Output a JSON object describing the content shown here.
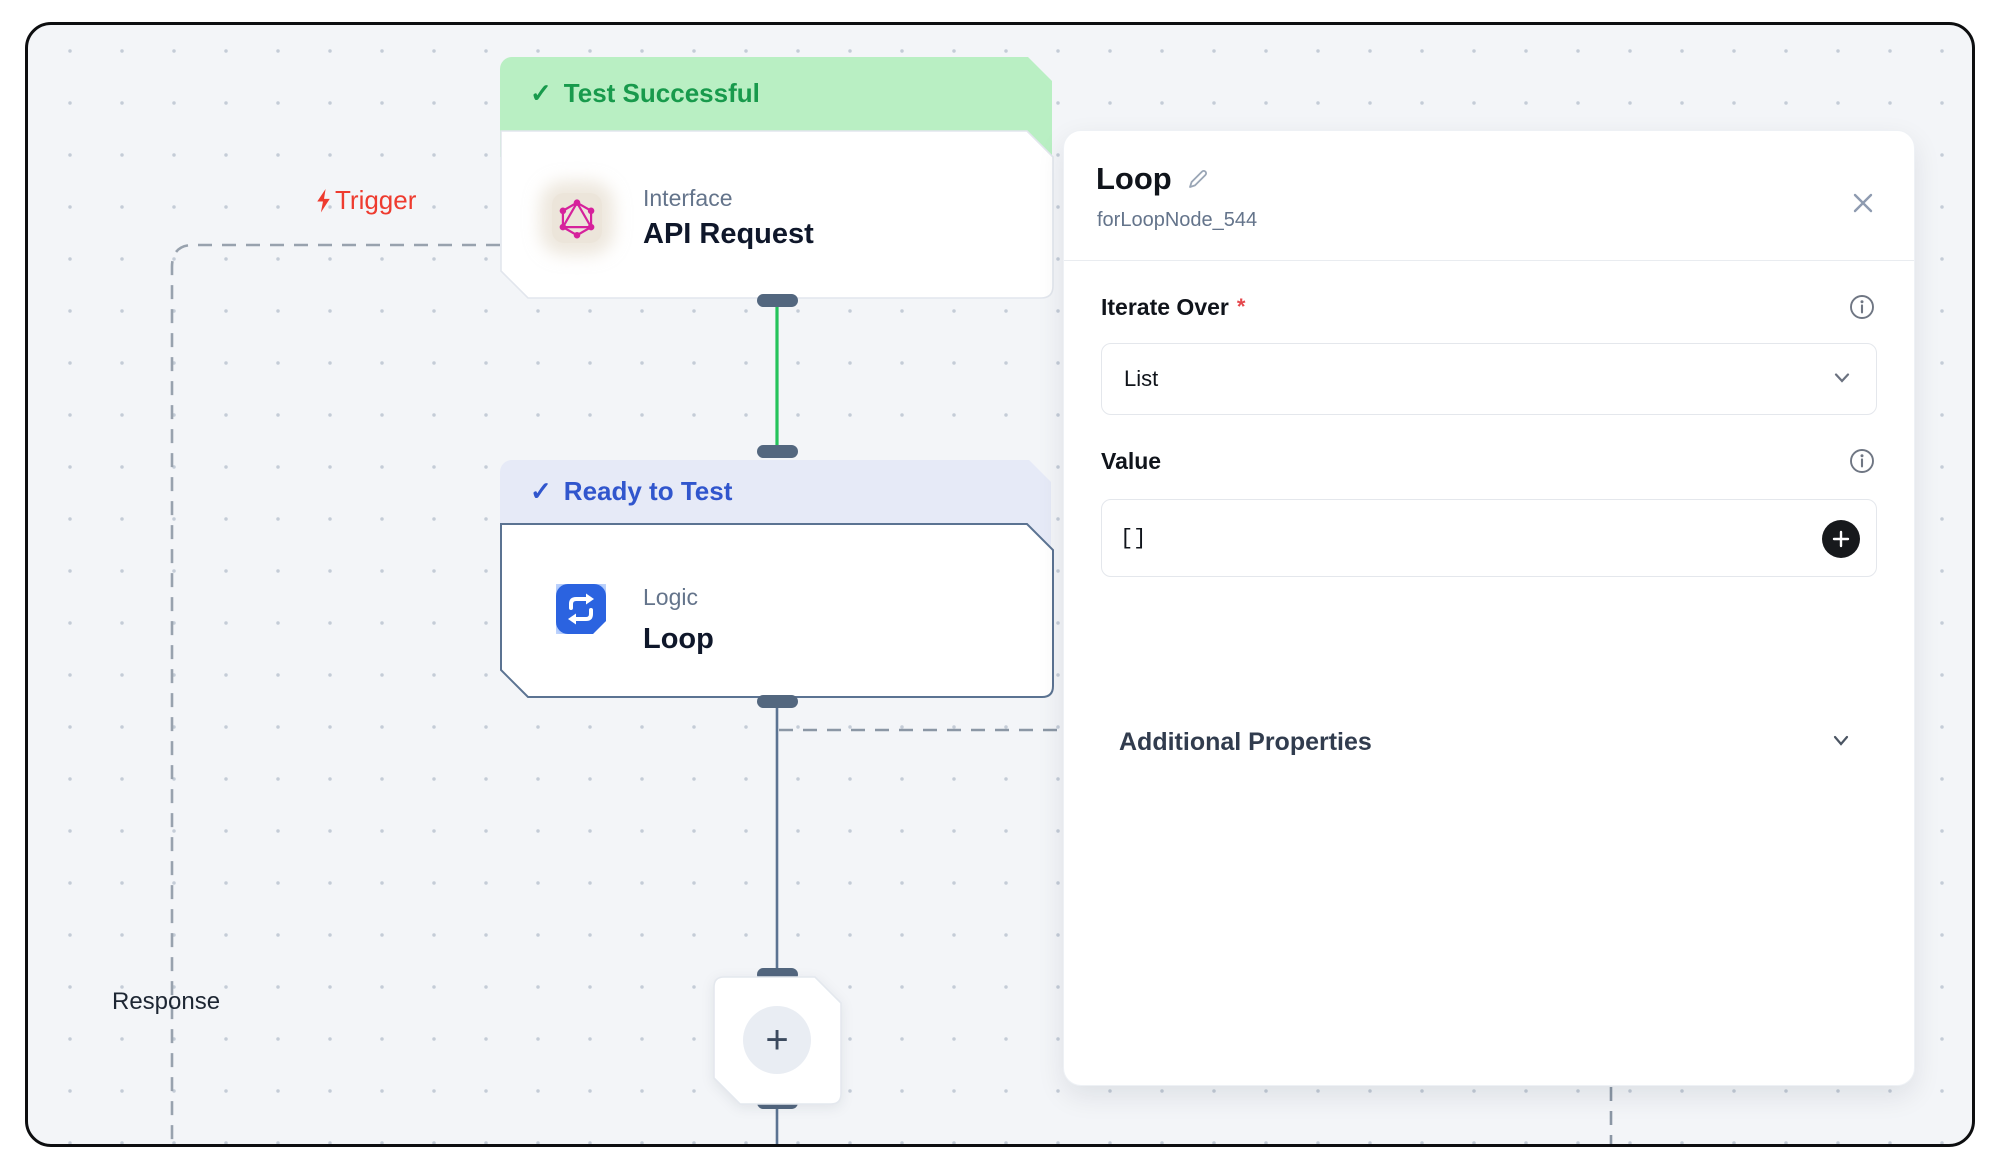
{
  "canvas": {
    "trigger_label": "Trigger",
    "response_label": "Response",
    "check_glyph": "✓",
    "nodes": {
      "api": {
        "status": "Test Successful",
        "category": "Interface",
        "title": "API Request"
      },
      "loop": {
        "status": "Ready to Test",
        "category": "Logic",
        "title": "Loop"
      }
    },
    "add_node_label": "+"
  },
  "panel": {
    "title": "Loop",
    "node_id": "forLoopNode_544",
    "fields": {
      "iterate_over": {
        "label": "Iterate Over",
        "required_marker": "*",
        "value": "List"
      },
      "value": {
        "label": "Value",
        "value": "[]"
      }
    },
    "additional_properties_label": "Additional Properties"
  },
  "colors": {
    "success_bg": "#b9efc3",
    "success_text": "#189a4c",
    "ready_bg": "#e6eaf7",
    "ready_text": "#3156cd",
    "edge_green": "#25c35b",
    "edge_slate": "#5b7392",
    "edge_dashed": "#98a2ae",
    "trigger_red": "#ee3b2f",
    "loop_icon_blue": "#2b63e0",
    "graphql_pink": "#d6219c",
    "canvas_bg": "#f3f5f8",
    "handle": "#53677f",
    "add_btn": "#17191c"
  }
}
